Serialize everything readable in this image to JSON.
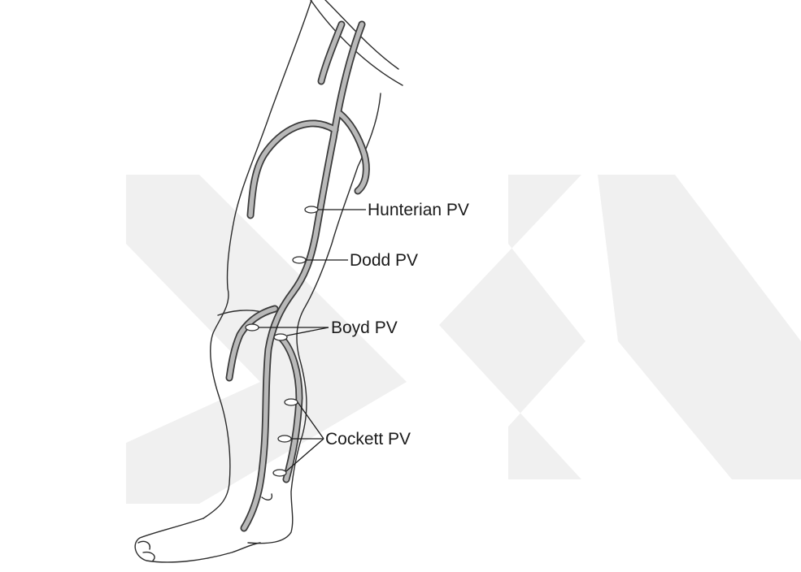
{
  "diagram": {
    "labels": {
      "hunterian": "Hunterian PV",
      "dodd": "Dodd PV",
      "boyd": "Boyd PV",
      "cockett": "Cockett PV"
    },
    "colors": {
      "background": "#ffffff",
      "outline": "#2b2b2b",
      "vein_fill": "#b9b9b9",
      "vein_edge": "#3a3a3a",
      "watermark": "#f0f0f0",
      "text": "#1a1a1a"
    }
  }
}
